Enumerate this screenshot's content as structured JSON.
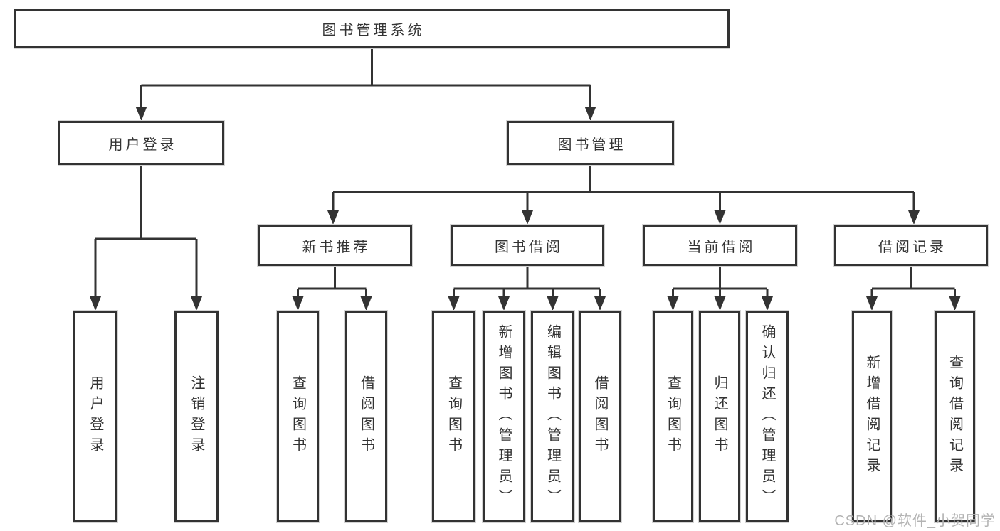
{
  "diagram_title": "图书管理系统",
  "tree": {
    "root": {
      "label": "图书管理系统"
    },
    "branches": [
      {
        "label": "用户登录",
        "children": [
          {
            "label": "用户登录"
          },
          {
            "label": "注销登录"
          }
        ]
      },
      {
        "label": "图书管理",
        "children": [
          {
            "label": "新书推荐",
            "children": [
              {
                "label": "查询图书"
              },
              {
                "label": "借阅图书"
              }
            ]
          },
          {
            "label": "图书借阅",
            "children": [
              {
                "label": "查询图书"
              },
              {
                "label": "新增图书（管理员）"
              },
              {
                "label": "编辑图书（管理员）"
              },
              {
                "label": "借阅图书"
              }
            ]
          },
          {
            "label": "当前借阅",
            "children": [
              {
                "label": "查询图书"
              },
              {
                "label": "归还图书"
              },
              {
                "label": "确认归还（管理员）"
              }
            ]
          },
          {
            "label": "借阅记录",
            "children": [
              {
                "label": "新增借阅记录"
              },
              {
                "label": "查询借阅记录"
              }
            ]
          }
        ]
      }
    ]
  },
  "watermark": {
    "text": "CSDN @软件_小贺同学"
  },
  "colors": {
    "line": "#333333",
    "box_border": "#333333",
    "text": "#333333",
    "watermark": "#b3b3b3",
    "background": "#ffffff"
  }
}
